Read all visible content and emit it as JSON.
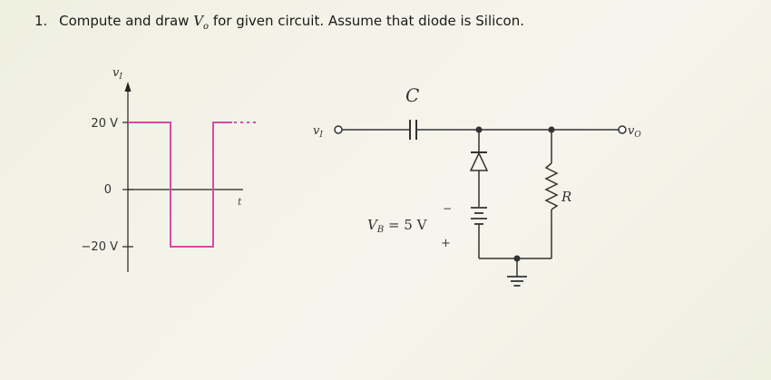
{
  "question": {
    "number": "1.",
    "text_before": "Compute and draw",
    "var_main": "V",
    "var_sub": "o",
    "text_after": "for given circuit. Assume that diode is Silicon."
  },
  "waveform": {
    "y_axis_label": "v",
    "y_axis_sub": "I",
    "x_axis_label": "t",
    "levels": [
      "20 V",
      "0",
      "−20 V"
    ],
    "signal_color": "#d64aa6"
  },
  "circuit": {
    "input_label": "v",
    "input_sub": "I",
    "capacitor_label": "C",
    "resistor_label": "R",
    "battery_label_main": "V",
    "battery_label_sub": "B",
    "battery_label_value": " = 5 V",
    "battery_minus": "−",
    "battery_plus": "+",
    "output_label": "v",
    "output_sub": "O"
  }
}
